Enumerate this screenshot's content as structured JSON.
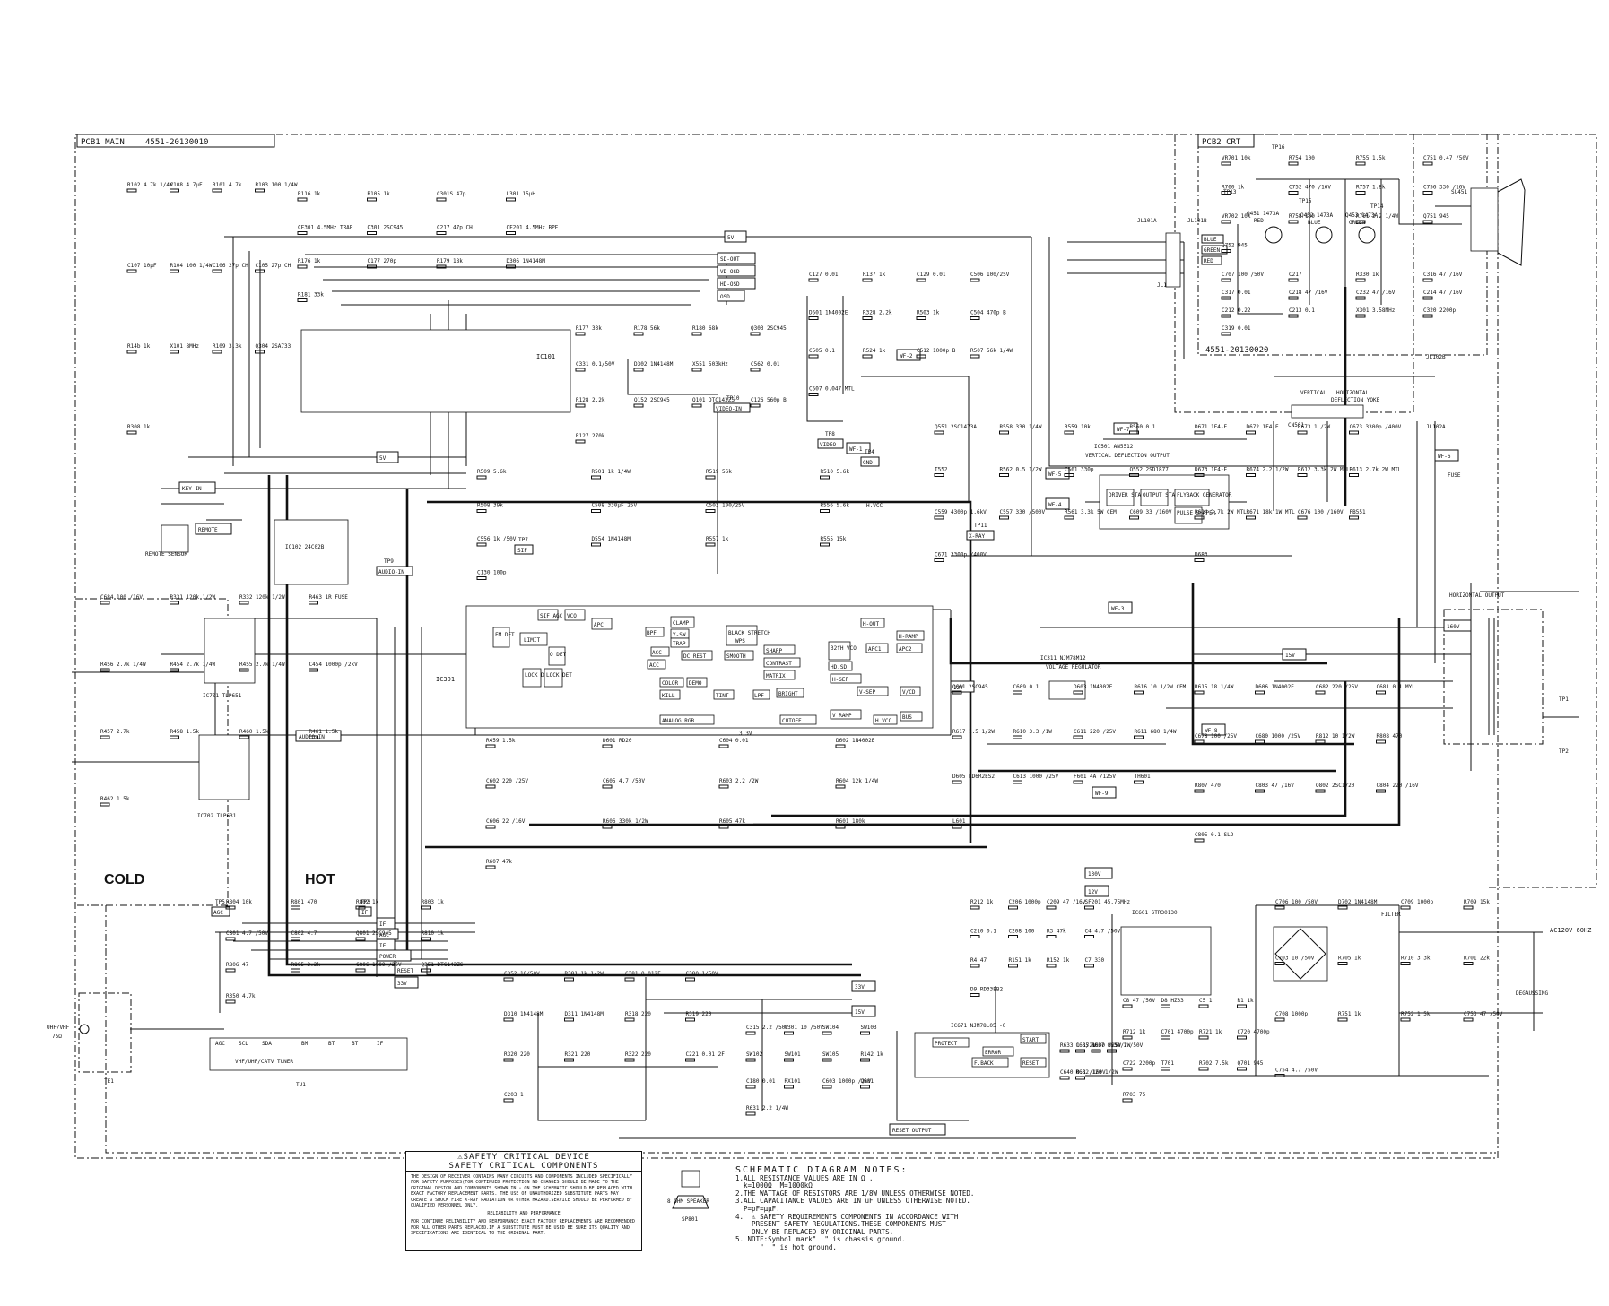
{
  "boards": {
    "pcb1_label": "PCB1 MAIN",
    "pcb1_part": "4551-20130010",
    "pcb2_label": "PCB2 CRT",
    "pcb2_part": "4551-20130020",
    "cold": "COLD",
    "hot": "HOT"
  },
  "tuner": {
    "name": "VHF/UHF/CATV    TUNER",
    "ref": "TU1",
    "pins": [
      "AGC",
      "SCL",
      "SDA",
      "BM",
      "BT",
      "BT",
      "IF"
    ],
    "antenna": "UHF/VHF",
    "antenna_imp": "75Ω",
    "te": "TE1"
  },
  "test_points": [
    "TP5",
    "AGC",
    "TP3",
    "IF",
    "TP9",
    "AUDIO-IN",
    "TP7",
    "SIF",
    "TP10",
    "VIDEO-IN",
    "TP8",
    "VIDEO",
    "TP4",
    "GND",
    "TP11",
    "X-RAY",
    "TP1",
    "TP2",
    "TP13",
    "TP14",
    "TP15",
    "TP16"
  ],
  "waveforms": [
    "WF-1",
    "WF-2",
    "WF-3",
    "WF-4",
    "WF-5",
    "WF-6",
    "WF-7",
    "WF-8",
    "WF-9"
  ],
  "nets": [
    "5V",
    "5V",
    "SD-OUT",
    "VD-OSD",
    "HD-OSD",
    "OSD",
    "IF",
    "AGC",
    "IF",
    "POWER",
    "RESET",
    "33V",
    "15V",
    "33V",
    "12V",
    "15V",
    "130V",
    "12V",
    "AUDIO-IN",
    "VIDEO-IN",
    "KEY-IN",
    "REMOTE",
    "RESET OUTPUT",
    "H.VCC",
    "160V"
  ],
  "ics": [
    "IC101",
    "IC102 24C02B",
    "IC301",
    "IC501 AN5512",
    "IC311 NJM78M12",
    "IC601 STR30130",
    "IC671 NJM78L05 -0",
    "IC701 TLP651",
    "IC702 TLP631"
  ],
  "ic_sub": {
    "vert_defl": "VERTICAL DEFLECTION OUTPUT",
    "drive": "DRIVER STAGE",
    "output": "OUTPUT STAGE",
    "flyback": "FLYBACK GENERATOR",
    "pulse": "PULSE SHAPER",
    "regulator": "VOLTAGE REGULATOR",
    "protect": "PROTECT",
    "error": "ERROR",
    "start": "START",
    "fback": "F.BACK",
    "reset": "RESET",
    "hor_output": "HORIZONTAL OUTPUT",
    "defl_yoke": "DEFLECTION YOKE",
    "vertical": "VERTICAL",
    "horizontal": "HORIZONTAL",
    "remote_sensor": "REMOTE SENSOR",
    "speaker": "8 OHM SPEAKER",
    "sp": "SP801",
    "ac": "AC120V 60HZ",
    "degaussing": "DEGAUSSING",
    "filter": "FILTER",
    "fuse": "FUSE"
  },
  "ic301_blocks": [
    "LIMIT",
    "FM DET",
    "VCO",
    "SIF AGC",
    "Q DET",
    "LOCK DET",
    "LOCK DET",
    "APC",
    "CLAMP",
    "Y-SW",
    "TRAP",
    "DC REST",
    "BLACK STRETCH",
    "WPS",
    "SMOOTH",
    "SHARP",
    "CONTRAST",
    "MATRIX",
    "COLOR",
    "DEMO",
    "KILL",
    "TINT",
    "LPF",
    "BRIGHT",
    "ACC",
    "ANALOG RGB",
    "CUTOFF",
    "V RAMP",
    "H.VCC",
    "BUS",
    "H-OUT",
    "H-RAMP",
    "APC2",
    "32fH VCO",
    "HD.SD",
    "AFC1",
    "H-SEP",
    "V-SEP",
    "V/CD",
    "ACC",
    "BPF",
    "3.3V"
  ],
  "crt_parts": [
    "Q451 1473A",
    "RED",
    "Q452 1473A",
    "BLUE",
    "Q453 1473A",
    "GREEN",
    "JL101A",
    "JL101B",
    "JL101",
    "JL102A",
    "JL102B",
    "SU451",
    "CN501"
  ],
  "crt_sig": [
    "BLUE",
    "GREEN",
    "RED"
  ],
  "components": [
    "R102 4.7k 1/4W",
    "C108 4.7μF",
    "R101 4.7k",
    "R103 100 1/4W",
    "C107 10μF",
    "R104 100 1/4W",
    "C106 27p CH",
    "C105 27p CH",
    "R14b 1k",
    "X101 8MHz",
    "R109 3.3k",
    "Q304 2SA733",
    "R308 1k",
    "R116 1k",
    "R105 1k",
    "C301S 47p",
    "L301 15μH",
    "CF301 4.5MHz TRAP",
    "Q301 2SC945",
    "C217 47p CH",
    "CF201 4.5MHz BPF",
    "R176 1k",
    "C177 270p",
    "R179 18k",
    "D306 1N4148M",
    "R181 33k",
    "R177 33k",
    "R178 56k",
    "R180 68k",
    "Q303 2SC945",
    "C331 0.1/50V",
    "D302 1N4148M",
    "X551 503kHz",
    "C562 0.01",
    "R128 2.2k",
    "Q152 2SC945",
    "Q101 DTC143ZS",
    "C126 560p B",
    "R127 270k",
    "C127 0.01",
    "R137 1k",
    "C129 0.01",
    "C506 100/25V",
    "D501 1N4002E",
    "R328 2.2k",
    "R503 1k",
    "C504 470p B",
    "C505 0.1",
    "R524 1k",
    "C512 1000p B",
    "R507 56k 1/4W",
    "C507 0.047 MTL",
    "R509 5.6k",
    "R501 1k 1/4W",
    "R519 56k",
    "R510 5.6k",
    "R508 39k",
    "C508 330μF 25V",
    "C503 100/25V",
    "R556 5.6k",
    "C556 1k /50V",
    "D554 1N4148M",
    "R557 1k",
    "R555 15k",
    "C130 100p",
    "Q551 2SC1473A",
    "R558 330 1/4W",
    "R559 10k",
    "R560 0.1",
    "T552",
    "R562 0.5 1/2W",
    "C561 330p",
    "Q552 2SD1877",
    "C559 4300p 1.6kV",
    "C557 330 /500V",
    "R561 3.3k 5W CEM",
    "C609 33 /160V",
    "C671 3300p /400V",
    "D671 1F4-E",
    "D672 1F4-E",
    "R673 1 /2W",
    "C673 3300p /400V",
    "D673 1F4-E",
    "R674 2.2 1/2W",
    "R612 3.3k 2W MTL",
    "R613 2.7k 2W MTL",
    "R614 2.7k 2W MTL",
    "R671 18k 1W MTL",
    "C676 100 /160V",
    "FB551",
    "D683",
    "C684 100 /16V",
    "R331 120k 1/2W",
    "R332 120k 1/2W",
    "R463 1R FUSE",
    "R456 2.7k 1/4W",
    "R454 2.7k 1/4W",
    "R455 2.7k 1/4W",
    "C454 1000p /2kV",
    "R457 2.7k",
    "R458 1.5k",
    "R460 1.5k",
    "R461 1.5k",
    "R462 1.5k",
    "R459 1.5k",
    "D601 RD20",
    "C604 0.01",
    "D602 1N4002E",
    "C602 220 /25V",
    "C605 4.7 /50V",
    "R603 2.2 /2W",
    "R604 12k 1/4W",
    "C606 22 /16V",
    "R606 330k 1/2W",
    "R605 47k",
    "R601 180k",
    "R607 47k",
    "Q601 2SC945",
    "C609 0.1",
    "D603 1N4002E",
    "R616 10 1/2W CEM",
    "R617 1.5 1/2W",
    "R610 3.3 /1W",
    "C611 220 /25V",
    "R611 680 1/4W",
    "D605 RD6R2ES2",
    "C613 1000 /25V",
    "F601 4A /125V",
    "TH601",
    "L601",
    "R615 18 1/4W",
    "D606 1N4002E",
    "C682 220 /25V",
    "C681 0.1 MYL",
    "C678 100 /25V",
    "C680 1000 /25V",
    "R812 10 1/2W",
    "R808 470",
    "R807 470",
    "C803 47 /16V",
    "Q802 2SC1720",
    "C804 220 /16V",
    "C805 0.1 SLD",
    "R804 10k",
    "R801 470",
    "R802 1k",
    "R803 1k",
    "C801 4.7 /50V",
    "C802 4.7",
    "Q801 2SC945",
    "R810 1k",
    "R806 47",
    "R805 3.3k",
    "C806 1000 /25V",
    "Q351 DTC143ZS",
    "R350 4.7k",
    "C352 10/50V",
    "R381 1k 1/2W",
    "C381 0.012F",
    "C380 1/50V",
    "D310 1N4148M",
    "D311 1N4148M",
    "R318 220",
    "R319 220",
    "R320 220",
    "R321 220",
    "R322 220",
    "C221 0.01 2F",
    "C203 1",
    "R212 1k",
    "C206 1000p",
    "C209 47 /16V",
    "SF201 45.75MHz",
    "C210 0.1",
    "C208 100",
    "R3 47k",
    "C4 4.7 /50V",
    "R4 47",
    "R151 1k",
    "R152 1k",
    "C7 330",
    "D9 RD33EB2",
    "C8 47 /50V",
    "D8 HZ33",
    "C5 1",
    "R1 1k",
    "R712 1k",
    "C701 4700p",
    "R721 1k",
    "C720 4700p",
    "C722 2200p",
    "T701",
    "R702 7.5k",
    "Q701 945",
    "R703 75",
    "C706 100 /50V",
    "D702 1N4148M",
    "C709 1000p",
    "R709 15k",
    "C703 10 /50V",
    "R705 1k",
    "R710 3.3k",
    "R701 22k",
    "C708 1000p",
    "R751 1k",
    "R752 1.5k",
    "C753 47 /50V",
    "C754 4.7 /50V",
    "VR701 10k",
    "R754 100",
    "R755 1.5k",
    "C751 0.47 /50V",
    "R760 1k",
    "C752 470 /16V",
    "R757 1.8k",
    "C756 330 /16V",
    "VR702 10k",
    "R758 100",
    "R761 2.2 1/4W",
    "Q751 945",
    "Q752 945",
    "C707 100 /50V",
    "C217",
    "R330 1k",
    "C316 47 /16V",
    "C317 0.01",
    "C218 47 /16V",
    "C232 47 /16V",
    "C214 47 /16V",
    "C212 0.22",
    "C213 0.1",
    "X301 3.58MHz",
    "C320 2200p",
    "C319 0.01",
    "C315 2.2 /50V",
    "C301 10 /50V",
    "SW104",
    "SW103",
    "SW102",
    "SW101",
    "SW105",
    "R142 1k",
    "C180 0.01",
    "RX101",
    "C603 1000p /2kV",
    "Q601",
    "R631 2.2 1/4W",
    "R633 1 1/2W",
    "C635 1000 /25V",
    "R637 1.5 /2W",
    "C639 1 /50V",
    "C640 0.1 /160V",
    "R632 120 1/2W"
  ],
  "safety": {
    "title": "⚠SAFETY CRITICAL DEVICE",
    "subtitle": "SAFETY CRITICAL COMPONENTS",
    "body": "THE DESIGN OF RECEIVER CONTAINS MANY CIRCUITS AND COMPONENTS INCLUDED SPECIFICALLY FOR SAFETY PURPOSES(FOR CONTINUED PROTECTION NO CHANGES SHOULD BE MADE TO THE ORIGINAL DESIGN AND COMPONENTS SHOWN IN ⚠ ON THE SCHEMATIC SHOULD BE REPLACED WITH EXACT FACTORY REPLACEMENT PARTS. THE USE OF UNAUTHORIZED SUBSTITUTE PARTS MAY CREATE A SHOCK FIRE X-RAY RADIATION OR OTHER HAZARD.SERVICE SHOULD BE PERFORMED BY QUALIFIED PERSONNEL ONLY.",
    "head2": "RELIABILITY AND PERFORMANCE",
    "body2": "FOR CONTINUE RELIABILITY AND PERFORMANCE EXACT FACTORY REPLACEMENTS ARE RECOMMENDED FOR ALL OTHER PARTS REPLACED.IF A SUBSTITUTE MUST BE USED BE SURE ITS QUALITY AND SPECIFICATIONS ARE IDENTICAL TO THE ORIGINAL PART."
  },
  "notes": {
    "title": "SCHEMATIC DIAGRAM NOTES:",
    "items": [
      "1.ALL RESISTANCE VALUES ARE IN Ω .",
      "  k=1000Ω  M=1000kΩ",
      "2.THE WATTAGE OF RESISTORS ARE 1/8W UNLESS OTHERWISE NOTED.",
      "3.ALL CAPACITANCE VALUES ARE IN uF UNLESS OTHERWISE NOTED.",
      "  P=pF=μμF.",
      "4.  ⚠ SAFETY REQUIREMENTS COMPONENTS IN ACCORDANCE WITH",
      "    PRESENT SAFETY REGULATIONS.THESE COMPONENTS MUST",
      "    ONLY BE REPLACED BY ORIGINAL PARTS.",
      "5. NOTE:Symbol mark\"  \" is chassis ground.",
      "      \"  \" is hot ground."
    ]
  }
}
